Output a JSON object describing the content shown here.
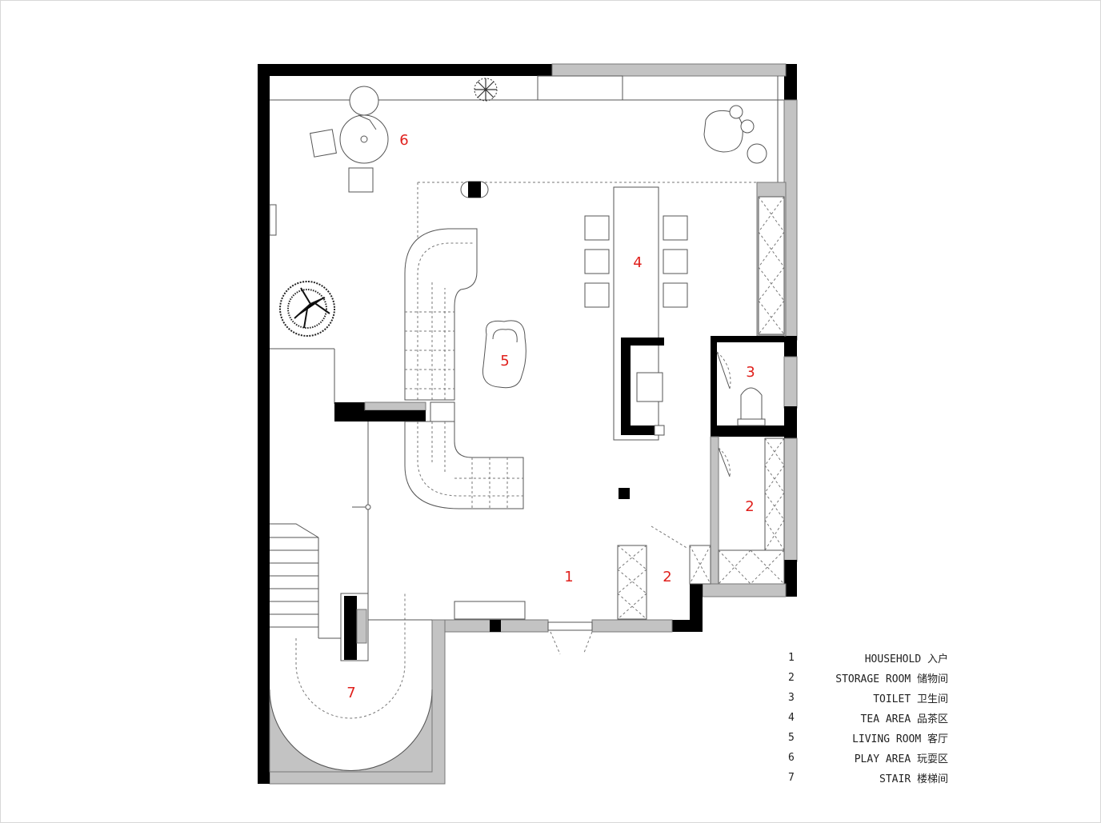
{
  "rooms": [
    {
      "number": "1",
      "label": "HOUSEHOLD 入户"
    },
    {
      "number": "2",
      "label": "STORAGE ROOM 储物间"
    },
    {
      "number": "3",
      "label": "TOILET 卫生间"
    },
    {
      "number": "4",
      "label": "TEA AREA 品茶区"
    },
    {
      "number": "5",
      "label": "LIVING ROOM 客厅"
    },
    {
      "number": "6",
      "label": "PLAY AREA 玩耍区"
    },
    {
      "number": "7",
      "label": "STAIR 楼梯间"
    }
  ],
  "plan_markers": {
    "household": "1",
    "storage_a": "2",
    "storage_b": "2",
    "toilet": "3",
    "tea_area": "4",
    "living_room": "5",
    "play_area": "6",
    "stair": "7"
  },
  "colors": {
    "wall": "#000000",
    "partition": "#c3c3c3",
    "room_number": "#e0201c"
  }
}
